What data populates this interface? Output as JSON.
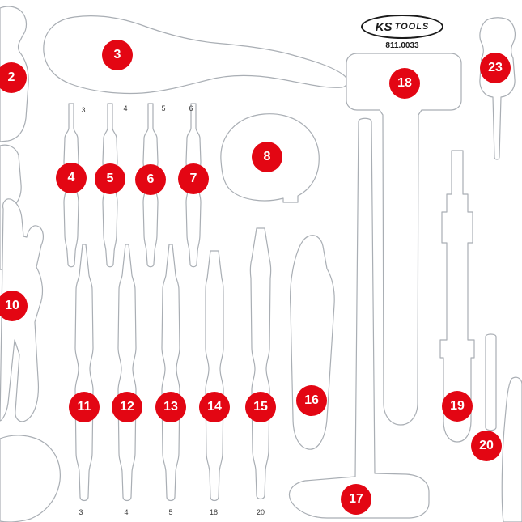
{
  "brand": {
    "name_ks": "KS",
    "name_tools": "TOOLS",
    "product_code": "811.0033"
  },
  "colors": {
    "badge_red": "#e30613",
    "badge_text": "#ffffff",
    "outline_gray": "#a9aeb4",
    "background": "#ffffff"
  },
  "badges": [
    "2",
    "3",
    "4",
    "5",
    "6",
    "7",
    "8",
    "10",
    "11",
    "12",
    "13",
    "14",
    "15",
    "16",
    "17",
    "18",
    "19",
    "20",
    "23"
  ],
  "size_labels_top": [
    "3",
    "4",
    "5",
    "6"
  ],
  "size_labels_bottom": [
    "3",
    "4",
    "5",
    "18",
    "20"
  ]
}
